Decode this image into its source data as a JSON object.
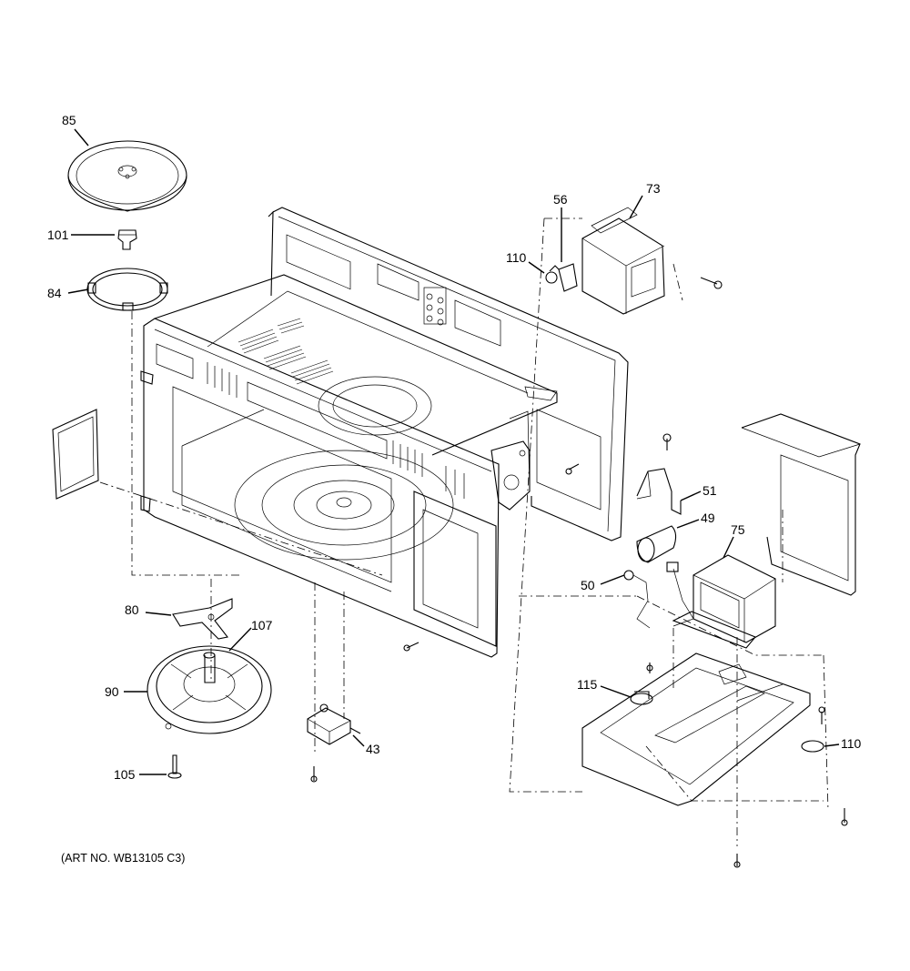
{
  "callouts": {
    "c85": "85",
    "c101": "101",
    "c84": "84",
    "c56": "56",
    "c73": "73",
    "c110a": "110",
    "c51": "51",
    "c49": "49",
    "c75": "75",
    "c50": "50",
    "c80": "80",
    "c107": "107",
    "c90": "90",
    "c43": "43",
    "c105": "105",
    "c115": "115",
    "c110b": "110"
  },
  "art_number": "(ART NO. WB13105 C3)"
}
